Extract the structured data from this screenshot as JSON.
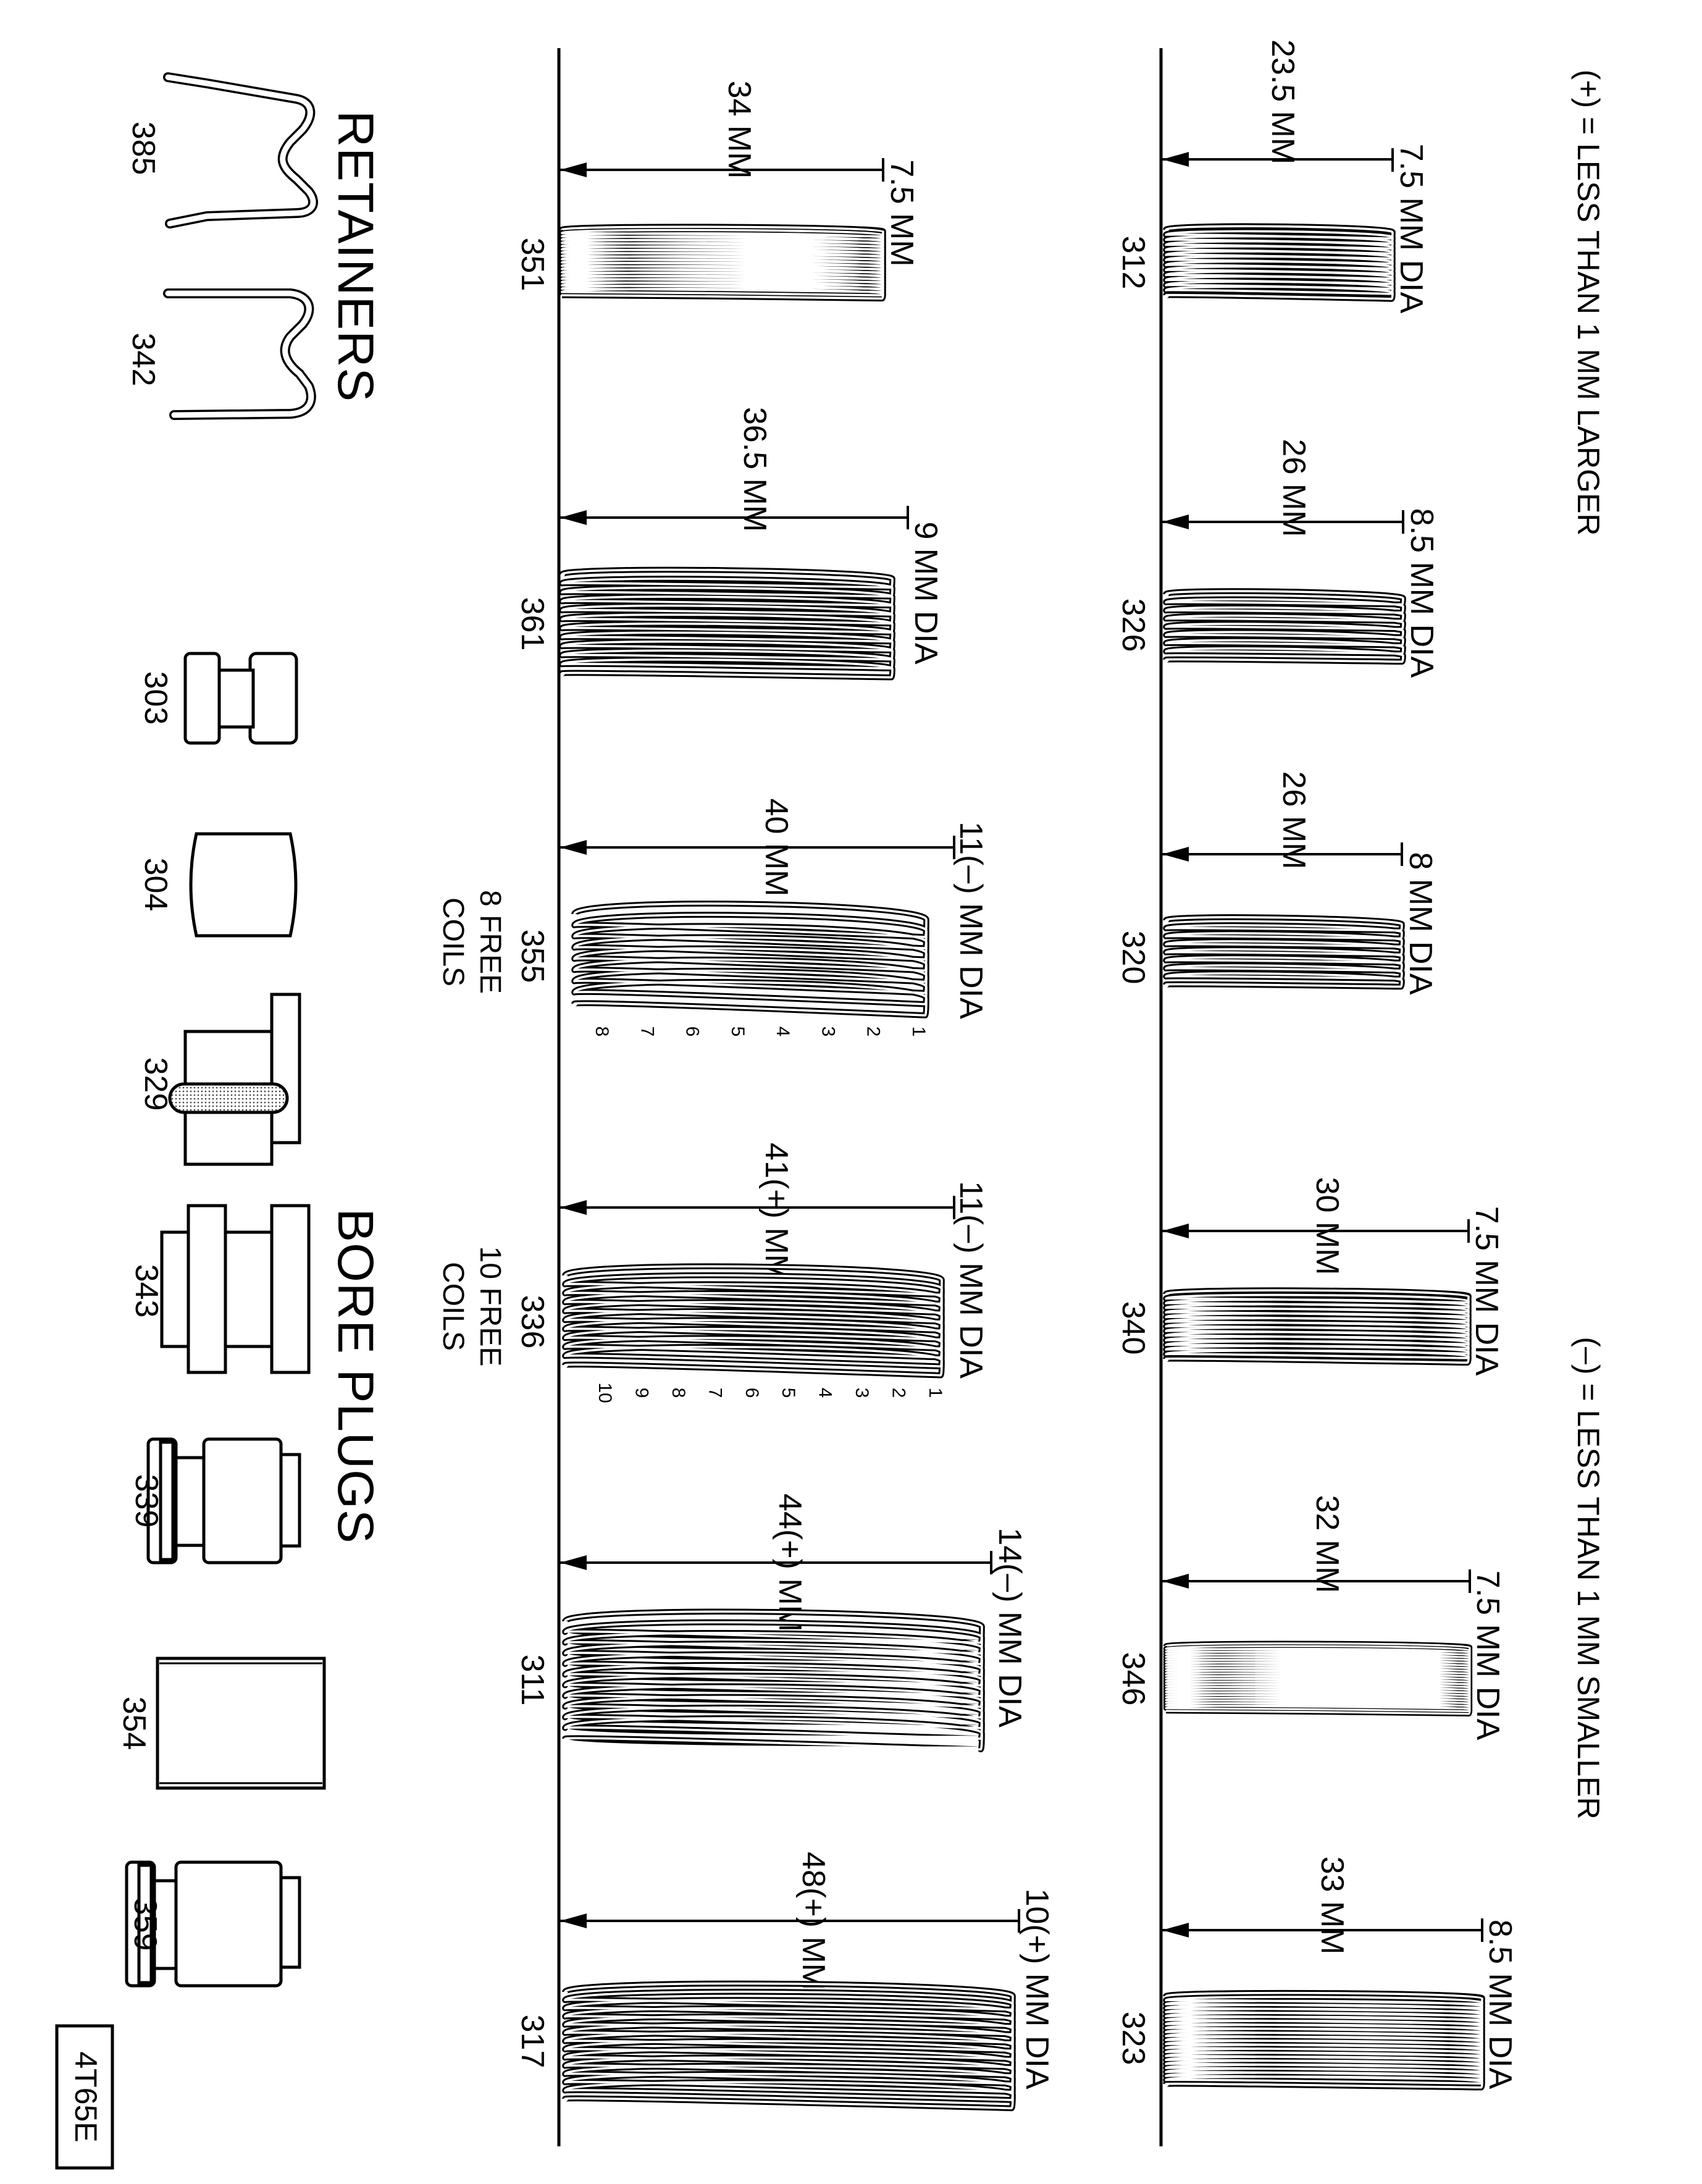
{
  "legend": {
    "plus": "(+) = LESS THAN 1 MM LARGER",
    "minus": "(–) = LESS THAN 1 MM SMALLER"
  },
  "springs": {
    "s312": {
      "part": "312",
      "length": "23.5 MM",
      "dia": "7.5 MM DIA"
    },
    "s326": {
      "part": "326",
      "length": "26 MM",
      "dia": "8.5 MM DIA"
    },
    "s320": {
      "part": "320",
      "length": "26 MM",
      "dia": "8 MM DIA"
    },
    "s340": {
      "part": "340",
      "length": "30 MM",
      "dia": "7.5 MM DIA"
    },
    "s346": {
      "part": "346",
      "length": "32 MM",
      "dia": "7.5 MM DIA"
    },
    "s323": {
      "part": "323",
      "length": "33 MM",
      "dia": "8.5 MM DIA"
    },
    "s351": {
      "part": "351",
      "length": "34 MM",
      "dia": "7.5 MM"
    },
    "s361": {
      "part": "361",
      "length": "36.5 MM",
      "dia": "9 MM DIA"
    },
    "s355": {
      "part": "355",
      "length": "40 MM",
      "dia": "11(–) MM DIA",
      "note_line1": "8 FREE",
      "note_line2": "COILS",
      "coils": [
        "1",
        "2",
        "3",
        "4",
        "5",
        "6",
        "7",
        "8"
      ]
    },
    "s336": {
      "part": "336",
      "length": "41(+) MM",
      "dia": "11(–) MM DIA",
      "note_line1": "10 FREE",
      "note_line2": "COILS",
      "coils": [
        "1",
        "2",
        "3",
        "4",
        "5",
        "6",
        "7",
        "8",
        "9",
        "10"
      ]
    },
    "s311": {
      "part": "311",
      "length": "44(+) MM",
      "dia": "14(–) MM DIA"
    },
    "s317": {
      "part": "317",
      "length": "48(+) MM",
      "dia": "10(+) MM DIA"
    }
  },
  "retainers": {
    "heading": "RETAINERS",
    "r385": "385",
    "r342": "342"
  },
  "bore_plugs": {
    "heading": "BORE PLUGS",
    "p303": "303",
    "p304": "304",
    "p329": "329",
    "p343": "343",
    "p339": "339",
    "p354": "354",
    "p359": "359"
  },
  "badge": "4T65E"
}
